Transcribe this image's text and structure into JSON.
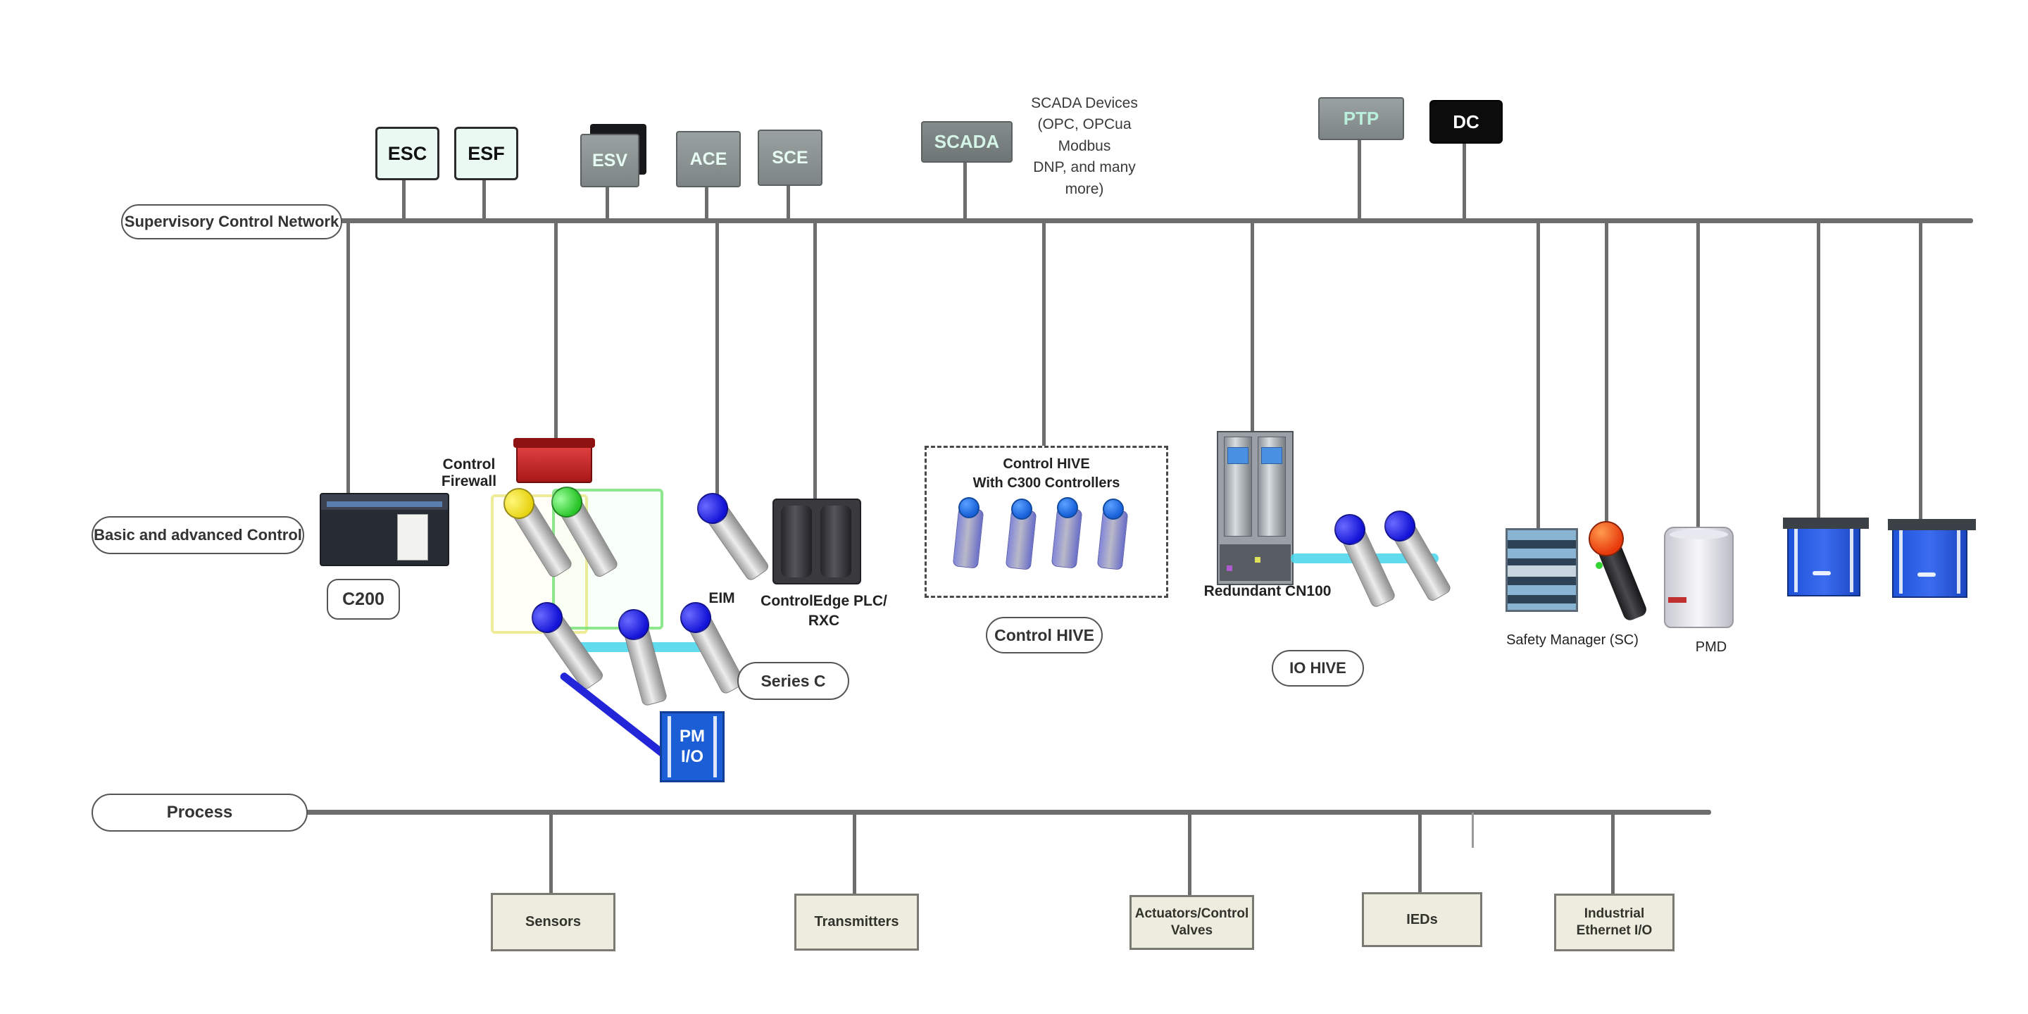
{
  "network_labels": {
    "supervisory": "Supervisory Control Network",
    "basic_advanced": "Basic and advanced Control",
    "process": "Process"
  },
  "top_nodes": {
    "esc": "ESC",
    "esf": "ESF",
    "esv": "ESV",
    "ace": "ACE",
    "sce": "SCE",
    "scada": "SCADA",
    "scada_note": "SCADA Devices\n(OPC, OPCua\nModbus\nDNP, and many\nmore)",
    "ptp": "PTP",
    "dc": "DC"
  },
  "devices": {
    "c200": "C200",
    "control_firewall": "Control Firewall",
    "eim": "EIM",
    "controledge_plc": "ControlEdge PLC/\nRXC",
    "series_c": "Series C",
    "pm_io": "PM\nI/O",
    "control_hive_title": "Control HIVE\nWith C300 Controllers",
    "control_hive": "Control HIVE",
    "redundant_cn100": "Redundant CN100",
    "io_hive": "IO HIVE",
    "safety_manager": "Safety Manager (SC)",
    "pmd": "PMD"
  },
  "process_nodes": [
    {
      "label": "Sensors"
    },
    {
      "label": "Transmitters"
    },
    {
      "label": "Actuators/Control\nValves"
    },
    {
      "label": "IEDs"
    },
    {
      "label": "Industrial\nEthernet I/O"
    }
  ],
  "colors": {
    "bus_line": "#6d6d6d",
    "mint_box": "#eafaf2",
    "gray_box": "#8c9393",
    "black_box": "#0c0c0c",
    "cyan_link": "#4fd8ec",
    "blue_link": "#2326d8",
    "firewall_red": "#c32222",
    "cube_blue": "#2563eb",
    "process_box": "#ededdf"
  }
}
